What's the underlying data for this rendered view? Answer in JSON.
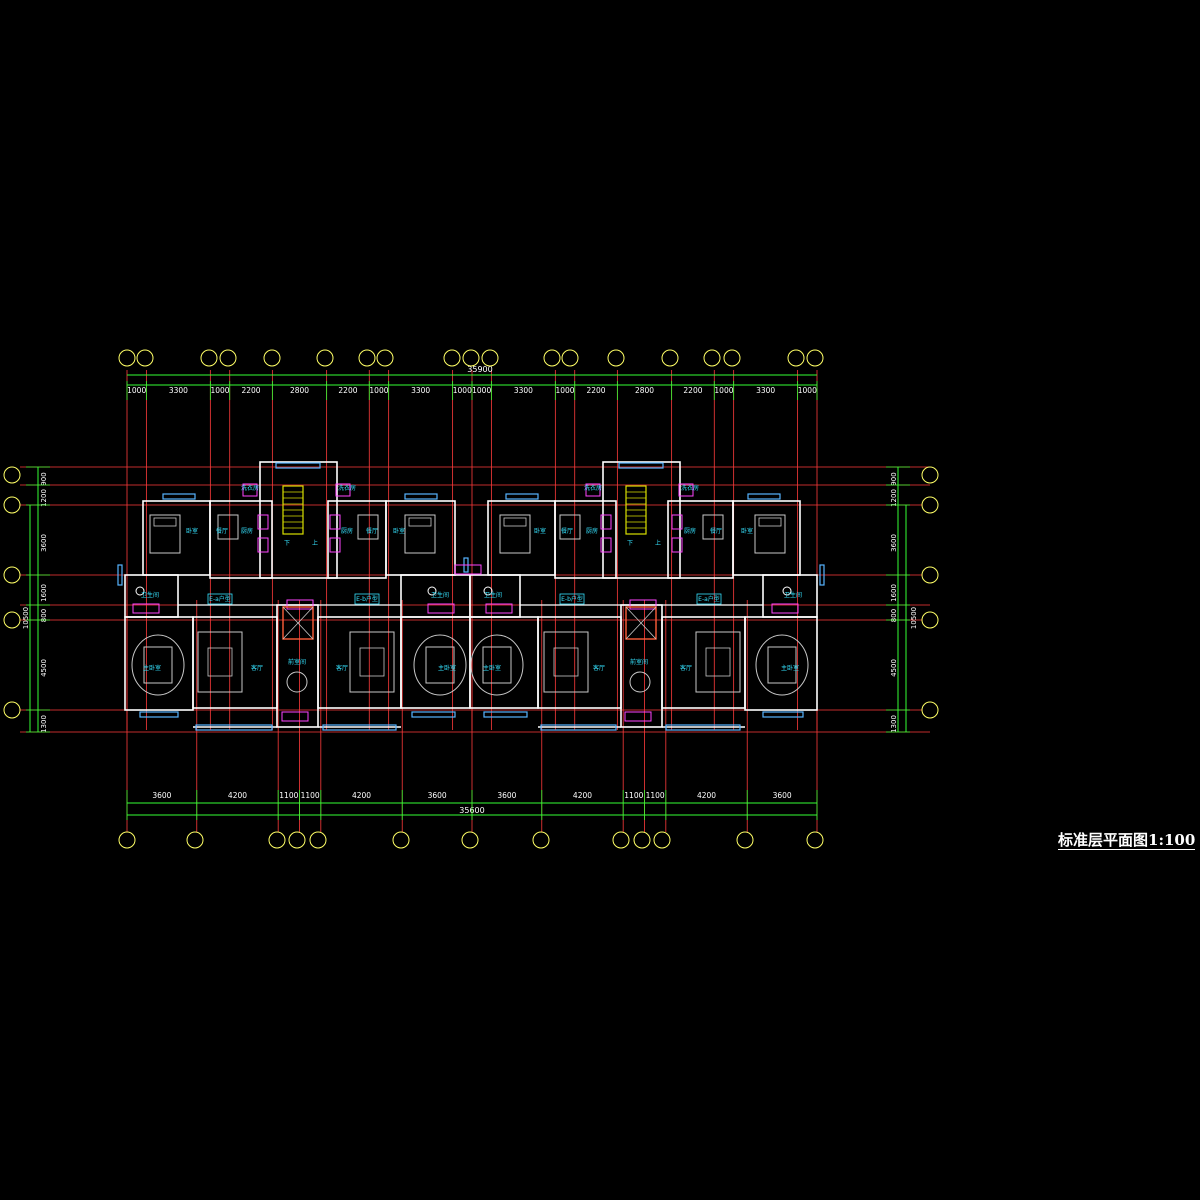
{
  "drawing": {
    "title": "标准层平面图1:100",
    "colors": {
      "background": "#000000",
      "axis_line": "#ff3b3b",
      "dimension_line": "#33ff33",
      "axis_bubble": "#ffff66",
      "wall": "#ffffff",
      "window": "#56b4ff",
      "fixture": "#ff44ff",
      "furniture": "#c8c8c8",
      "room_label": "#35e3ff",
      "stair": "#d8e000",
      "elevator": "#ff5f3a",
      "dim_text": "#ffffff"
    },
    "top_dimensions": {
      "overall": "35900",
      "segments": [
        "1000",
        "3300",
        "1000",
        "2200",
        "2800",
        "2200",
        "1000",
        "3300",
        "1000",
        "1000",
        "3300",
        "1000",
        "2200",
        "2800",
        "2200",
        "1000",
        "3300",
        "1000"
      ]
    },
    "bottom_dimensions": {
      "overall": "35600",
      "segments": [
        "3600",
        "4200",
        "1100",
        "1100",
        "4200",
        "3600",
        "3600",
        "4200",
        "1100",
        "1100",
        "4200",
        "3600"
      ]
    },
    "left_dimensions": {
      "overall": "10500",
      "segments": [
        "900",
        "1200",
        "3600",
        "1600",
        "800",
        "4500",
        "1300"
      ]
    },
    "right_dimensions": {
      "overall": "10500",
      "segments": [
        "900",
        "1200",
        "3600",
        "1600",
        "800",
        "4500",
        "1300"
      ]
    },
    "unit_tags": [
      "E-a户型",
      "E-b户型",
      "E-b户型",
      "E-a户型"
    ],
    "room_labels": {
      "bedroom": "卧室",
      "master_bedroom": "主卧室",
      "dining": "餐厅",
      "kitchen": "厨房",
      "living": "客厅",
      "bathroom": "卫生间",
      "laundry": "洗衣房",
      "stair_down": "下",
      "stair_up": "上",
      "lobby": "前室间"
    }
  }
}
